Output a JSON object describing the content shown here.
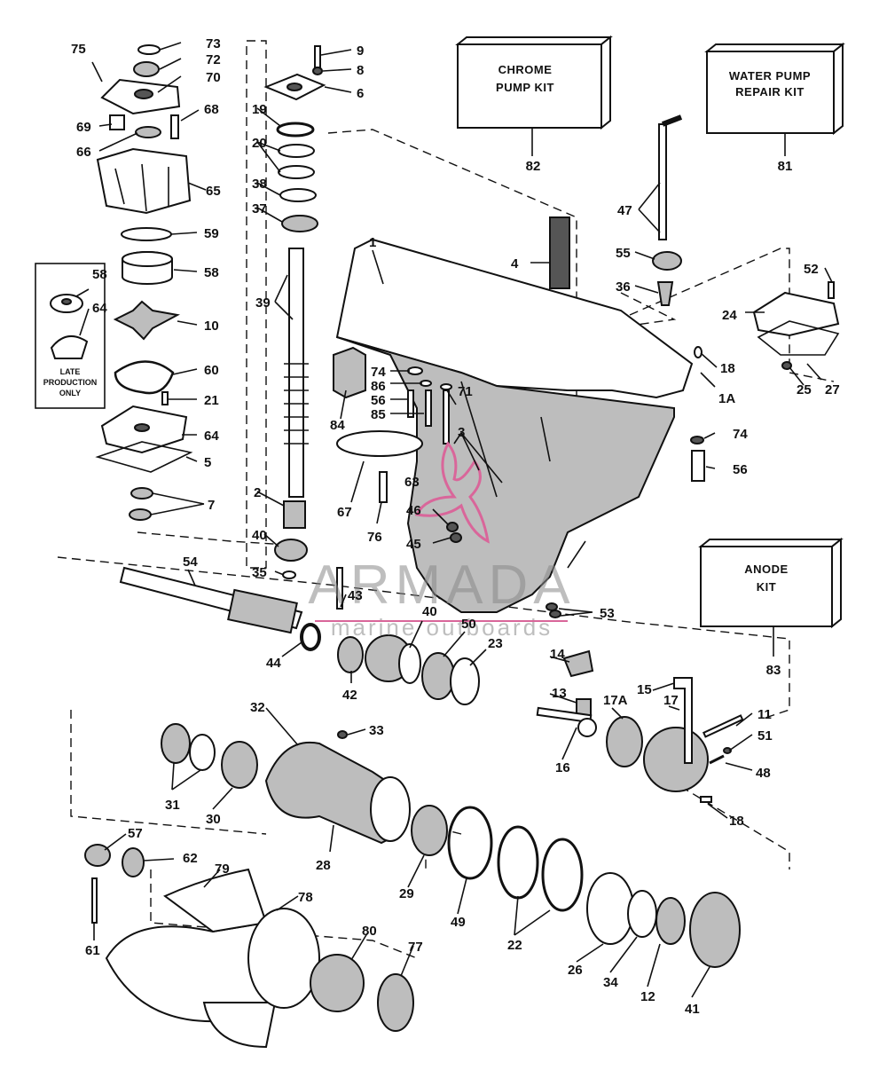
{
  "kits": [
    {
      "id": "chrome-pump-kit",
      "lines": [
        "CHROME",
        "PUMP KIT"
      ],
      "number": "82"
    },
    {
      "id": "water-pump-repair-kit",
      "lines": [
        "WATER PUMP",
        "REPAIR KIT"
      ],
      "number": "81"
    },
    {
      "id": "anode-kit",
      "lines": [
        "ANODE",
        "KIT"
      ],
      "number": "83"
    }
  ],
  "inset_note": [
    "LATE",
    "PRODUCTION",
    "ONLY"
  ],
  "watermark": {
    "brand": "ARMADA",
    "tagline": "marine outboards",
    "accent": "#d9669a"
  },
  "parts": [
    {
      "id": "p75",
      "text": "75"
    },
    {
      "id": "p73",
      "text": "73"
    },
    {
      "id": "p72",
      "text": "72"
    },
    {
      "id": "p70",
      "text": "70"
    },
    {
      "id": "p69",
      "text": "69"
    },
    {
      "id": "p66",
      "text": "66"
    },
    {
      "id": "p68",
      "text": "68"
    },
    {
      "id": "p65",
      "text": "65"
    },
    {
      "id": "p59",
      "text": "59"
    },
    {
      "id": "p58a",
      "text": "58"
    },
    {
      "id": "p58b",
      "text": "58"
    },
    {
      "id": "p64a",
      "text": "64"
    },
    {
      "id": "p10",
      "text": "10"
    },
    {
      "id": "p60",
      "text": "60"
    },
    {
      "id": "p21",
      "text": "21"
    },
    {
      "id": "p64b",
      "text": "64"
    },
    {
      "id": "p5",
      "text": "5"
    },
    {
      "id": "p7",
      "text": "7"
    },
    {
      "id": "p9",
      "text": "9"
    },
    {
      "id": "p8",
      "text": "8"
    },
    {
      "id": "p6",
      "text": "6"
    },
    {
      "id": "p19",
      "text": "19"
    },
    {
      "id": "p20",
      "text": "20"
    },
    {
      "id": "p38",
      "text": "38"
    },
    {
      "id": "p37",
      "text": "37"
    },
    {
      "id": "p39",
      "text": "39"
    },
    {
      "id": "p2",
      "text": "2"
    },
    {
      "id": "p40a",
      "text": "40"
    },
    {
      "id": "p35",
      "text": "35"
    },
    {
      "id": "p1",
      "text": "1"
    },
    {
      "id": "p4",
      "text": "4"
    },
    {
      "id": "p47",
      "text": "47"
    },
    {
      "id": "p55",
      "text": "55"
    },
    {
      "id": "p36",
      "text": "36"
    },
    {
      "id": "p52",
      "text": "52"
    },
    {
      "id": "p24",
      "text": "24"
    },
    {
      "id": "p18a",
      "text": "18"
    },
    {
      "id": "p1A",
      "text": "1A"
    },
    {
      "id": "p25",
      "text": "25"
    },
    {
      "id": "p27",
      "text": "27"
    },
    {
      "id": "p74a",
      "text": "74"
    },
    {
      "id": "p86",
      "text": "86"
    },
    {
      "id": "p56a",
      "text": "56"
    },
    {
      "id": "p85",
      "text": "85"
    },
    {
      "id": "p71",
      "text": "71"
    },
    {
      "id": "p84",
      "text": "84"
    },
    {
      "id": "p3",
      "text": "3"
    },
    {
      "id": "p63",
      "text": "63"
    },
    {
      "id": "p67",
      "text": "67"
    },
    {
      "id": "p76",
      "text": "76"
    },
    {
      "id": "p46",
      "text": "46"
    },
    {
      "id": "p45",
      "text": "45"
    },
    {
      "id": "p74b",
      "text": "74"
    },
    {
      "id": "p56b",
      "text": "56"
    },
    {
      "id": "p54",
      "text": "54"
    },
    {
      "id": "p43",
      "text": "43"
    },
    {
      "id": "p40b",
      "text": "40"
    },
    {
      "id": "p50",
      "text": "50"
    },
    {
      "id": "p23",
      "text": "23"
    },
    {
      "id": "p44",
      "text": "44"
    },
    {
      "id": "p42",
      "text": "42"
    },
    {
      "id": "p53",
      "text": "53"
    },
    {
      "id": "p14",
      "text": "14"
    },
    {
      "id": "p13",
      "text": "13"
    },
    {
      "id": "p17A",
      "text": "17A"
    },
    {
      "id": "p15",
      "text": "15"
    },
    {
      "id": "p17",
      "text": "17"
    },
    {
      "id": "p11",
      "text": "11"
    },
    {
      "id": "p51",
      "text": "51"
    },
    {
      "id": "p48",
      "text": "48"
    },
    {
      "id": "p16",
      "text": "16"
    },
    {
      "id": "p18b",
      "text": "18"
    },
    {
      "id": "p32",
      "text": "32"
    },
    {
      "id": "p33",
      "text": "33"
    },
    {
      "id": "p31",
      "text": "31"
    },
    {
      "id": "p30",
      "text": "30"
    },
    {
      "id": "p28",
      "text": "28"
    },
    {
      "id": "p29",
      "text": "29"
    },
    {
      "id": "p49",
      "text": "49"
    },
    {
      "id": "p22",
      "text": "22"
    },
    {
      "id": "p26",
      "text": "26"
    },
    {
      "id": "p34",
      "text": "34"
    },
    {
      "id": "p12",
      "text": "12"
    },
    {
      "id": "p41",
      "text": "41"
    },
    {
      "id": "p57",
      "text": "57"
    },
    {
      "id": "p62",
      "text": "62"
    },
    {
      "id": "p79",
      "text": "79"
    },
    {
      "id": "p78",
      "text": "78"
    },
    {
      "id": "p61",
      "text": "61"
    },
    {
      "id": "p80",
      "text": "80"
    },
    {
      "id": "p77",
      "text": "77"
    }
  ]
}
